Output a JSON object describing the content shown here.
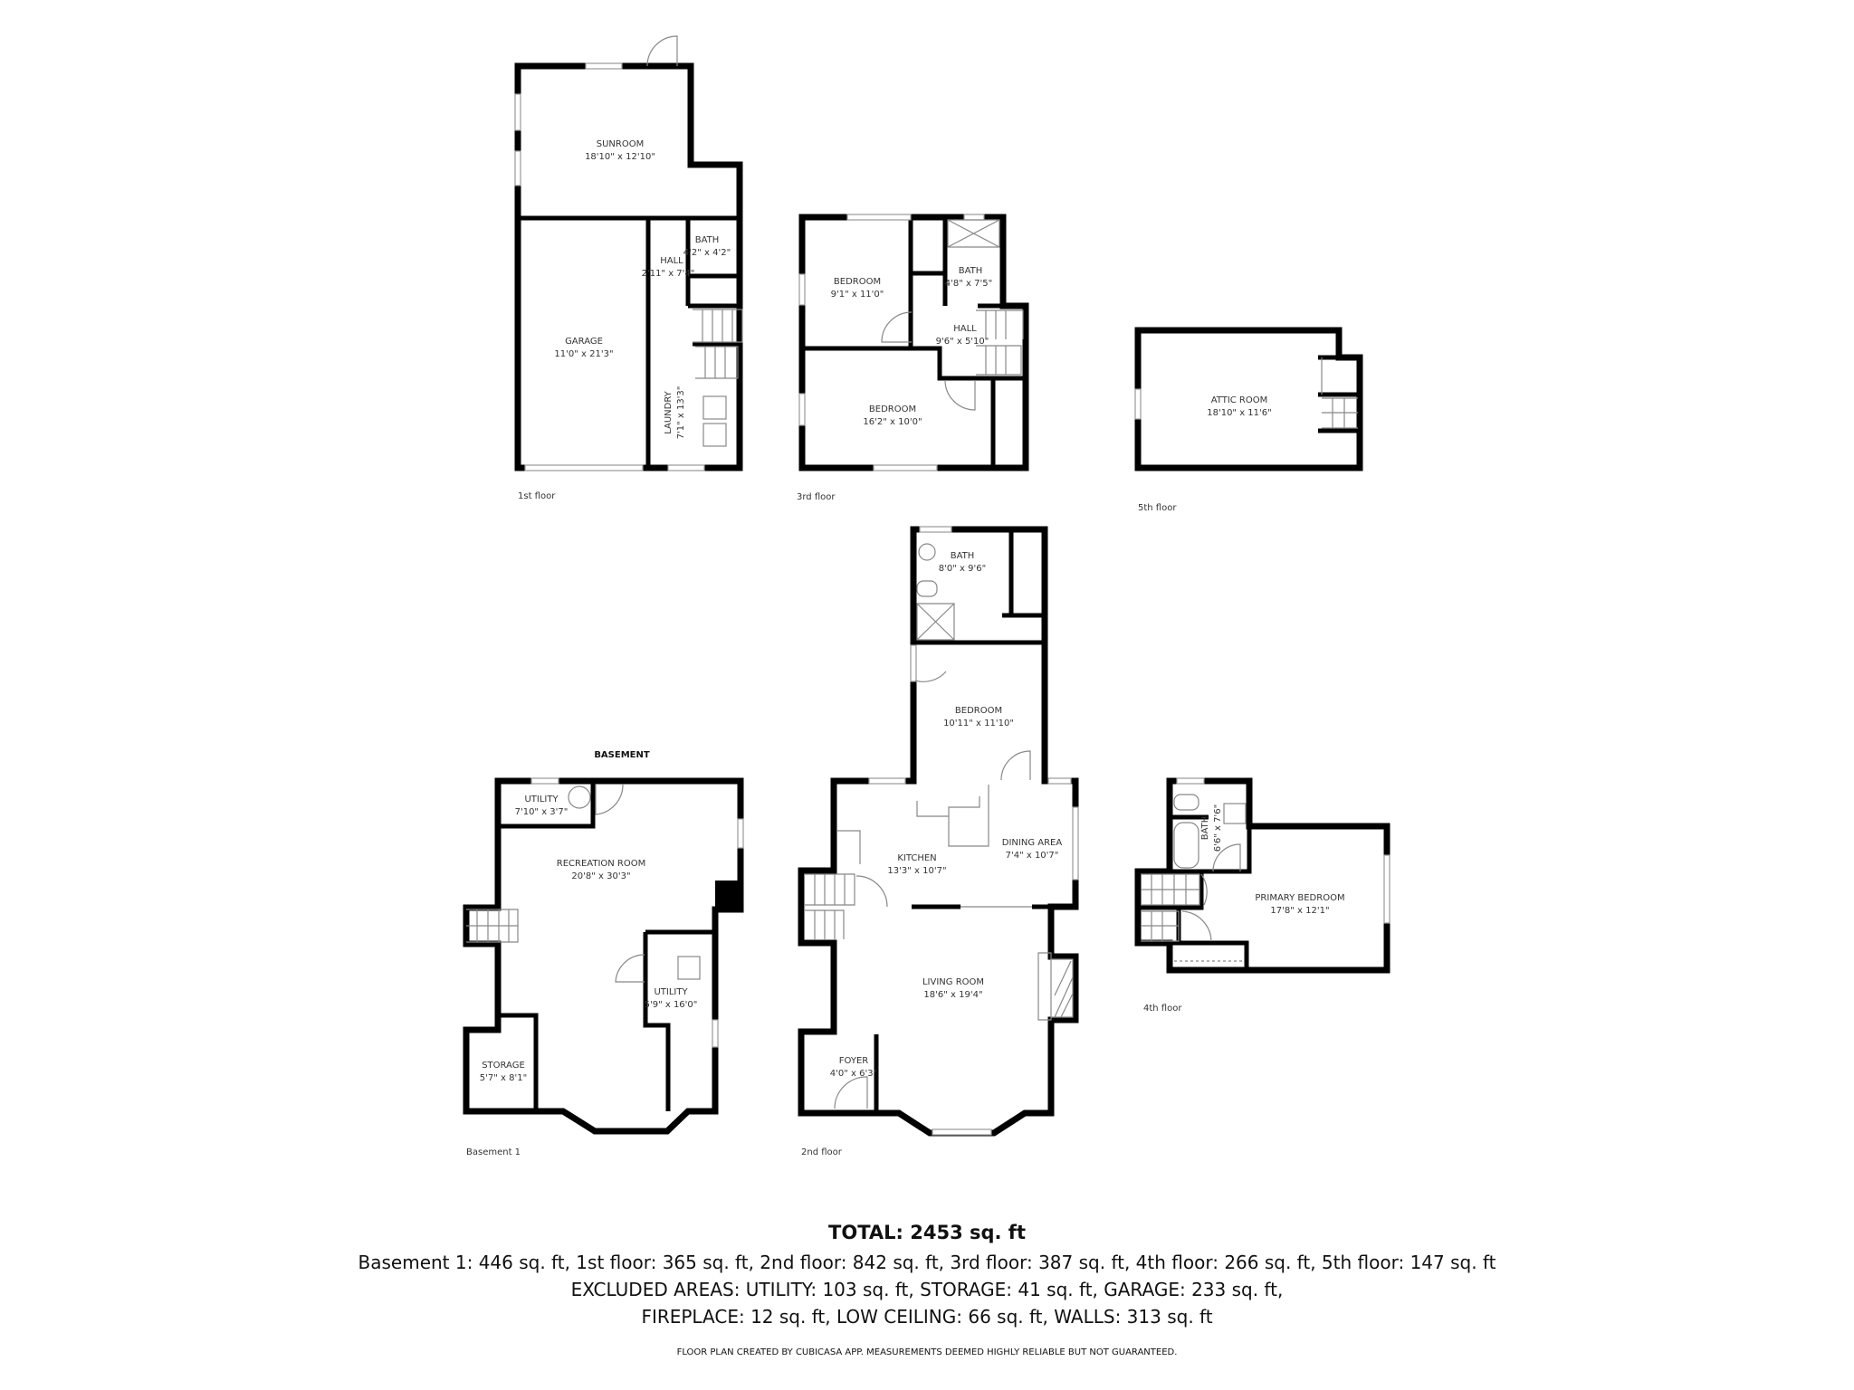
{
  "floors": {
    "first": {
      "label": "1st floor",
      "rooms": [
        {
          "name": "SUNROOM",
          "dims": "18'10\" x 12'10\""
        },
        {
          "name": "GARAGE",
          "dims": "11'0\" x 21'3\""
        },
        {
          "name": "BATH",
          "dims": "4'2\" x 4'2\""
        },
        {
          "name": "HALL",
          "dims": "2'11\" x 7'4\""
        },
        {
          "name": "LAUNDRY",
          "dims": "7'1\" x 13'3\""
        }
      ]
    },
    "third": {
      "label": "3rd floor",
      "rooms": [
        {
          "name": "BEDROOM",
          "dims": "9'1\" x 11'0\""
        },
        {
          "name": "BATH",
          "dims": "4'8\" x 7'5\""
        },
        {
          "name": "HALL",
          "dims": "9'6\" x 5'10\""
        },
        {
          "name": "BEDROOM",
          "dims": "16'2\" x 10'0\""
        }
      ]
    },
    "fifth": {
      "label": "5th floor",
      "rooms": [
        {
          "name": "ATTIC ROOM",
          "dims": "18'10\" x 11'6\""
        }
      ]
    },
    "basement": {
      "title": "BASEMENT",
      "label": "Basement 1",
      "rooms": [
        {
          "name": "UTILITY",
          "dims": "7'10\" x 3'7\""
        },
        {
          "name": "RECREATION ROOM",
          "dims": "20'8\" x 30'3\""
        },
        {
          "name": "UTILITY",
          "dims": "5'9\" x 16'0\""
        },
        {
          "name": "STORAGE",
          "dims": "5'7\" x 8'1\""
        }
      ]
    },
    "second": {
      "label": "2nd floor",
      "rooms": [
        {
          "name": "BATH",
          "dims": "8'0\" x 9'6\""
        },
        {
          "name": "BEDROOM",
          "dims": "10'11\" x 11'10\""
        },
        {
          "name": "KITCHEN",
          "dims": "13'3\" x 10'7\""
        },
        {
          "name": "DINING AREA",
          "dims": "7'4\" x 10'7\""
        },
        {
          "name": "LIVING ROOM",
          "dims": "18'6\" x 19'4\""
        },
        {
          "name": "FOYER",
          "dims": "4'0\" x 6'3\""
        }
      ]
    },
    "fourth": {
      "label": "4th floor",
      "rooms": [
        {
          "name": "BATH",
          "dims": "6'6\" x 7'6\""
        },
        {
          "name": "PRIMARY BEDROOM",
          "dims": "17'8\" x 12'1\""
        }
      ]
    }
  },
  "summary": {
    "total": "TOTAL: 2453 sq. ft",
    "floors_line": "Basement 1: 446 sq. ft, 1st floor: 365 sq. ft, 2nd floor: 842 sq. ft, 3rd floor: 387 sq. ft, 4th floor: 266 sq. ft, 5th floor: 147 sq. ft",
    "excluded_line1": "EXCLUDED AREAS: UTILITY: 103 sq. ft, STORAGE: 41 sq. ft, GARAGE: 233 sq. ft,",
    "excluded_line2": "FIREPLACE: 12 sq. ft, LOW CEILING: 66 sq. ft, WALLS: 313 sq. ft",
    "disclaimer": "FLOOR PLAN CREATED BY CUBICASA APP. MEASUREMENTS DEEMED HIGHLY RELIABLE BUT NOT GUARANTEED."
  }
}
